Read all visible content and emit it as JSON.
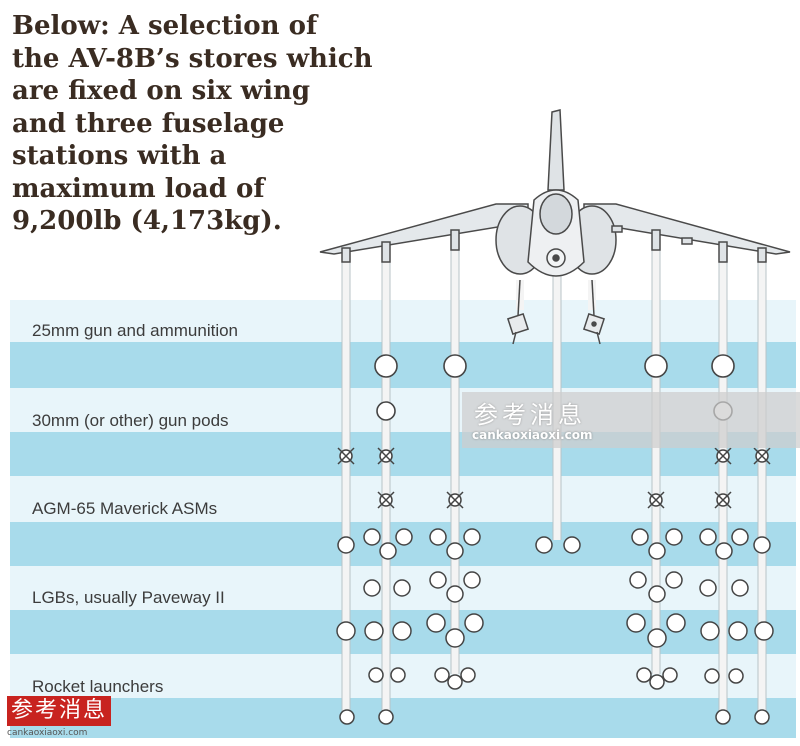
{
  "caption": {
    "lines": [
      "Below: A selection of",
      "the AV-8B’s stores which",
      "are fixed on six wing",
      "and three fuselage",
      "stations with a",
      "maximum load of",
      "9,200lb (4,173kg)."
    ]
  },
  "rows": [
    {
      "label": "25mm gun and ammunition"
    },
    {
      "label": "30mm (or other) gun pods"
    },
    {
      "label": "AGM-65 Maverick ASMs"
    },
    {
      "label": "LGBs, usually Paveway II"
    },
    {
      "label": "Rocket launchers"
    }
  ],
  "colors": {
    "band": "#a8dbeb",
    "band_light": "#e6f4fa",
    "ink": "#3a2c22",
    "line": "#555555"
  },
  "watermark": {
    "chinese": "参考消息",
    "url": "cankaoxiaoxi.com"
  }
}
